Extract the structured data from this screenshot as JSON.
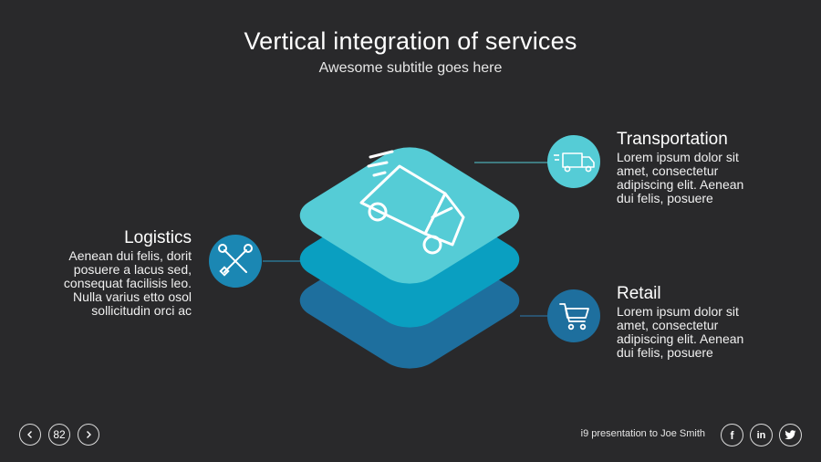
{
  "slide": {
    "title": "Vertical integration of services",
    "subtitle": "Awesome subtitle goes here"
  },
  "items": {
    "logistics": {
      "heading": "Logistics",
      "lines": [
        "Aenean dui felis, dorit",
        "posuere a lacus sed,",
        "consequat facilisis leo.",
        "Nulla varius etto osol",
        "sollicitudin orci ac"
      ]
    },
    "transportation": {
      "heading": "Transportation",
      "lines": [
        "Lorem ipsum dolor sit",
        "amet, consectetur",
        "adipiscing elit. Aenean",
        "dui felis, posuere"
      ]
    },
    "retail": {
      "heading": "Retail",
      "lines": [
        "Lorem ipsum dolor sit",
        "amet, consectetur",
        "adipiscing elit. Aenean",
        "dui felis, posuere"
      ]
    }
  },
  "footer": {
    "page_number": "82",
    "presentation_text": "i9 presentation to Joe Smith",
    "prev_icon": "chevron-left-icon",
    "next_icon": "chevron-right-icon",
    "social": [
      "facebook-icon",
      "linkedin-icon",
      "twitter-icon"
    ]
  },
  "colors": {
    "background": "#29292b",
    "layer_top": "#55ccd6",
    "layer_middle": "#0a9fc1",
    "layer_bottom": "#1e6f9e",
    "circle_tools": "#1b87b3",
    "circle_truck": "#55ccd6",
    "circle_cart": "#1e6f9e"
  }
}
